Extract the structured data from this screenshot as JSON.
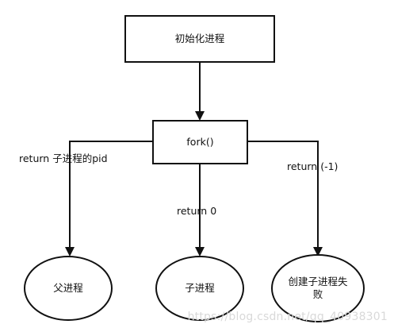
{
  "nodes": {
    "init": "初始化进程",
    "fork": "fork()",
    "parent": "父进程",
    "child": "子进程",
    "fail": "创建子进程失\n败"
  },
  "edge_labels": {
    "to_parent": "return 子进程的pid",
    "to_child": "return 0",
    "to_fail": "return (-1)"
  },
  "watermark": "https://blog.csdn.net/qq_40938301"
}
